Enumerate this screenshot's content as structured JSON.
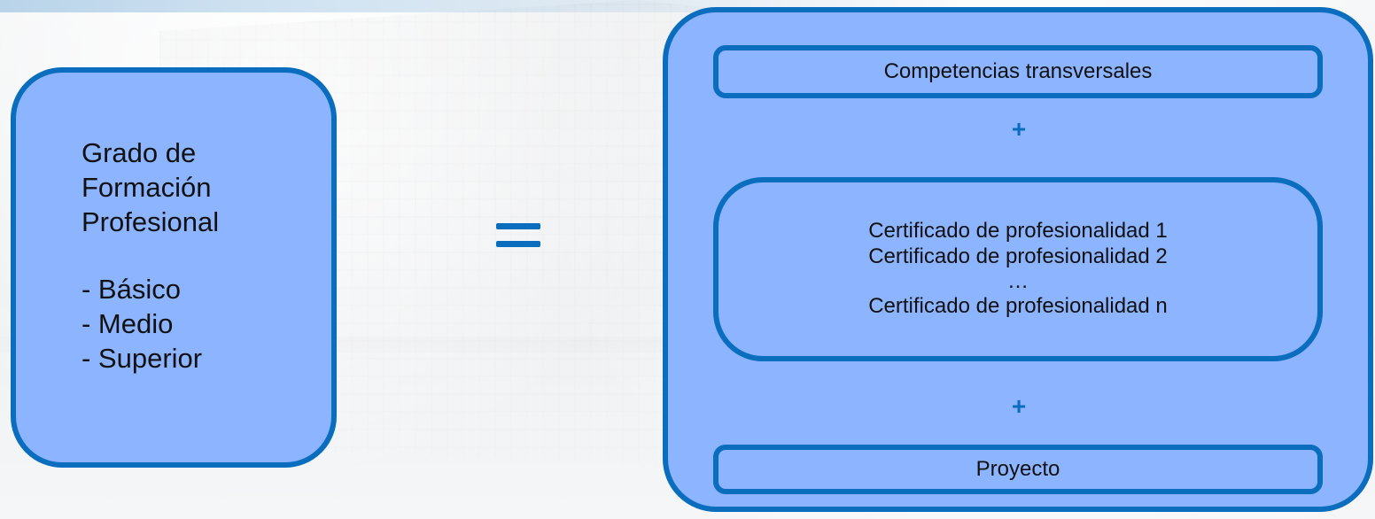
{
  "left_box": {
    "title_lines": [
      "Grado de",
      "Formación",
      "Profesional"
    ],
    "levels": [
      "- Básico",
      "- Medio",
      "- Superior"
    ]
  },
  "equals_symbol": "=",
  "right_box": {
    "top_bar": "Competencias transversales",
    "plus_1": "+",
    "middle_lines": [
      "Certificado de profesionalidad 1",
      "Certificado de profesionalidad 2",
      "…",
      "Certificado de profesionalidad n"
    ],
    "plus_2": "+",
    "bottom_bar": "Proyecto"
  },
  "colors": {
    "fill": "#8db4ff",
    "stroke": "#0a6dbe",
    "text": "#111111"
  }
}
